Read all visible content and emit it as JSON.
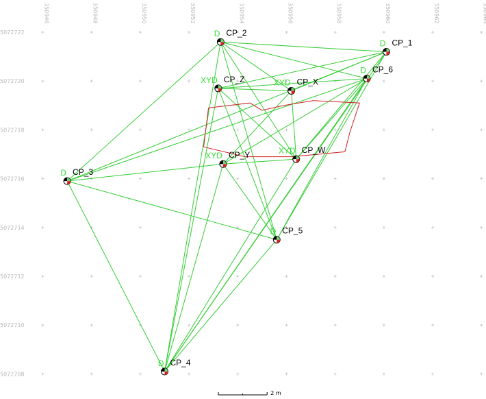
{
  "colors": {
    "network": "#33cc33",
    "boundary": "#cc2222",
    "grid": "#c8c8c8",
    "flag": "#33dd33",
    "marker_dark": "#000000",
    "marker_red": "#dd2222",
    "marker_green": "#44bb44"
  },
  "axes": {
    "easting_ticks": [
      "350946",
      "350948",
      "350950",
      "350952",
      "350954",
      "350956",
      "350958",
      "350960",
      "350962",
      "350964"
    ],
    "northing_ticks": [
      "5072722",
      "5072720",
      "5072718",
      "5072716",
      "5072714",
      "5072712",
      "5072710",
      "5072708"
    ]
  },
  "points": [
    {
      "id": "CP_2",
      "flag": "D",
      "e": 350953.3,
      "n": 5072721.6
    },
    {
      "id": "CP_1",
      "flag": "D",
      "e": 350960.1,
      "n": 5072721.2
    },
    {
      "id": "CP_6",
      "flag": "D",
      "e": 350959.3,
      "n": 5072720.1
    },
    {
      "id": "CP_Z",
      "flag": "XYD",
      "e": 350953.2,
      "n": 5072719.7
    },
    {
      "id": "CP_X",
      "flag": "XYD",
      "e": 350956.2,
      "n": 5072719.6
    },
    {
      "id": "CP_Y",
      "flag": "XYD",
      "e": 350953.4,
      "n": 5072716.6
    },
    {
      "id": "CP_W",
      "flag": "XYD",
      "e": 350956.4,
      "n": 5072716.8
    },
    {
      "id": "CP_3",
      "flag": "D",
      "e": 350947.0,
      "n": 5072715.9
    },
    {
      "id": "CP_5",
      "flag": "D",
      "e": 350955.6,
      "n": 5072713.5
    },
    {
      "id": "CP_4",
      "flag": "D",
      "e": 350951.0,
      "n": 5072708.1
    }
  ],
  "connections": [
    [
      "CP_2",
      "CP_1"
    ],
    [
      "CP_2",
      "CP_6"
    ],
    [
      "CP_2",
      "CP_X"
    ],
    [
      "CP_2",
      "CP_3"
    ],
    [
      "CP_2",
      "CP_5"
    ],
    [
      "CP_2",
      "CP_4"
    ],
    [
      "CP_2",
      "CP_W"
    ],
    [
      "CP_1",
      "CP_Z"
    ],
    [
      "CP_1",
      "CP_X"
    ],
    [
      "CP_1",
      "CP_3"
    ],
    [
      "CP_1",
      "CP_4"
    ],
    [
      "CP_1",
      "CP_5"
    ],
    [
      "CP_1",
      "CP_W"
    ],
    [
      "CP_6",
      "CP_Z"
    ],
    [
      "CP_6",
      "CP_3"
    ],
    [
      "CP_6",
      "CP_4"
    ],
    [
      "CP_6",
      "CP_5"
    ],
    [
      "CP_6",
      "CP_Y"
    ],
    [
      "CP_6",
      "CP_W"
    ],
    [
      "CP_Z",
      "CP_X"
    ],
    [
      "CP_Z",
      "CP_4"
    ],
    [
      "CP_Z",
      "CP_W"
    ],
    [
      "CP_Z",
      "CP_5"
    ],
    [
      "CP_X",
      "CP_Y"
    ],
    [
      "CP_X",
      "CP_W"
    ],
    [
      "CP_Y",
      "CP_3"
    ],
    [
      "CP_Y",
      "CP_W"
    ],
    [
      "CP_Y",
      "CP_5"
    ],
    [
      "CP_Y",
      "CP_4"
    ],
    [
      "CP_W",
      "CP_4"
    ],
    [
      "CP_3",
      "CP_5"
    ],
    [
      "CP_3",
      "CP_4"
    ],
    [
      "CP_5",
      "CP_4"
    ]
  ],
  "boundary": [
    [
      350952.8,
      5072718.9
    ],
    [
      350954.5,
      5072719.1
    ],
    [
      350955.0,
      5072718.8
    ],
    [
      350955.9,
      5072719.0
    ],
    [
      350957.1,
      5072719.2
    ],
    [
      350959.0,
      5072719.1
    ],
    [
      350958.6,
      5072717.9
    ],
    [
      350958.4,
      5072717.1
    ],
    [
      350956.2,
      5072716.9
    ],
    [
      350954.3,
      5072716.9
    ],
    [
      350952.6,
      5072717.3
    ]
  ],
  "scale_bar": {
    "label": "2 m",
    "length_m": 2
  }
}
